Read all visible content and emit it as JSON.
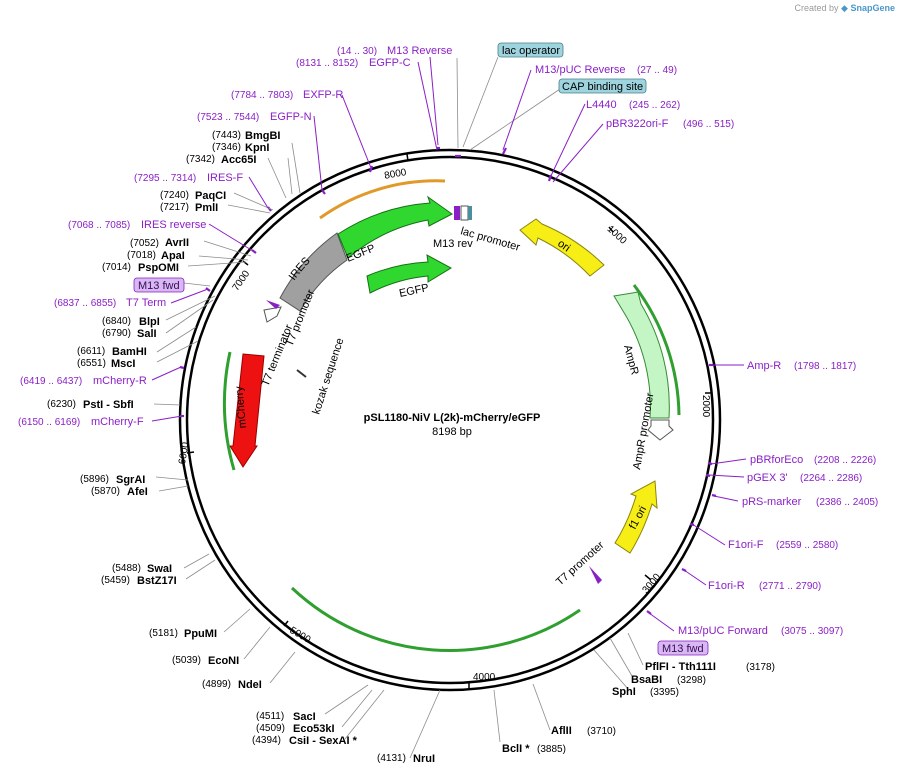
{
  "credit": {
    "prefix": "Created by",
    "brand": "SnapGene"
  },
  "plasmid": {
    "name": "pSL1180-NiV L(2k)-mCherry/eGFP",
    "length": "8198 bp"
  },
  "ticks": [
    "1000",
    "2000",
    "3000",
    "4000",
    "5000",
    "6000",
    "7000",
    "8000"
  ],
  "restriction_sites": [
    {
      "name": "BmgBI",
      "pos": "(7443)"
    },
    {
      "name": "KpnI",
      "pos": "(7346)"
    },
    {
      "name": "Acc65I",
      "pos": "(7342)"
    },
    {
      "name": "PaqCI",
      "pos": "(7240)"
    },
    {
      "name": "PmlI",
      "pos": "(7217)"
    },
    {
      "name": "AvrII",
      "pos": "(7052)"
    },
    {
      "name": "ApaI",
      "pos": "(7018)"
    },
    {
      "name": "PspOMI",
      "pos": "(7014)"
    },
    {
      "name": "BlpI",
      "pos": "(6840)"
    },
    {
      "name": "SalI",
      "pos": "(6790)"
    },
    {
      "name": "BamHI",
      "pos": "(6611)"
    },
    {
      "name": "MscI",
      "pos": "(6551)"
    },
    {
      "name": "PstI  - SbfI",
      "pos": "(6230)"
    },
    {
      "name": "SgrAI",
      "pos": "(5896)"
    },
    {
      "name": "AfeI",
      "pos": "(5870)"
    },
    {
      "name": "SwaI",
      "pos": "(5488)"
    },
    {
      "name": "BstZ17I",
      "pos": "(5459)"
    },
    {
      "name": "PpuMI",
      "pos": "(5181)"
    },
    {
      "name": "EcoNI",
      "pos": "(5039)"
    },
    {
      "name": "NdeI",
      "pos": "(4899)"
    },
    {
      "name": "SacI",
      "pos": "(4511)"
    },
    {
      "name": "Eco53kI",
      "pos": "(4509)"
    },
    {
      "name": "CsiI  - SexAI *",
      "pos": "(4394)"
    },
    {
      "name": "NruI",
      "pos": "(4131)"
    },
    {
      "name": "BclI *",
      "pos": "(3885)"
    },
    {
      "name": "AflII",
      "pos": "(3710)"
    },
    {
      "name": "SphI",
      "pos": "(3395)"
    },
    {
      "name": "BsaBI",
      "pos": "(3298)"
    },
    {
      "name": "PflFI  - Tth111I",
      "pos": "(3178)"
    }
  ],
  "primers": [
    {
      "name": "M13 Reverse",
      "pos": "(14 .. 30)"
    },
    {
      "name": "EGFP-C",
      "pos": "(8131 .. 8152)"
    },
    {
      "name": "M13/pUC Reverse",
      "pos": "(27 .. 49)"
    },
    {
      "name": "L4440",
      "pos": "(245 .. 262)"
    },
    {
      "name": "pBR322ori-F",
      "pos": "(496 .. 515)"
    },
    {
      "name": "EXFP-R",
      "pos": "(7784 .. 7803)"
    },
    {
      "name": "EGFP-N",
      "pos": "(7523 .. 7544)"
    },
    {
      "name": "IRES-F",
      "pos": "(7295 .. 7314)"
    },
    {
      "name": "IRES reverse",
      "pos": "(7068 .. 7085)"
    },
    {
      "name": "T7 Term",
      "pos": "(6837 .. 6855)"
    },
    {
      "name": "mCherry-R",
      "pos": "(6419 .. 6437)"
    },
    {
      "name": "mCherry-F",
      "pos": "(6150 .. 6169)"
    },
    {
      "name": "Amp-R",
      "pos": "(1798 .. 1817)"
    },
    {
      "name": "pBRforEco",
      "pos": "(2208 .. 2226)"
    },
    {
      "name": "pGEX 3'",
      "pos": "(2264 .. 2286)"
    },
    {
      "name": "pRS-marker",
      "pos": "(2386 .. 2405)"
    },
    {
      "name": "F1ori-F",
      "pos": "(2559 .. 2580)"
    },
    {
      "name": "F1ori-R",
      "pos": "(2771 .. 2790)"
    },
    {
      "name": "M13/pUC Forward",
      "pos": "(3075 .. 3097)"
    }
  ],
  "boxed_labels": {
    "lac_operator": "lac operator",
    "cap_site": "CAP binding site",
    "m13_fwd_left": "M13 fwd",
    "m13_fwd_bottom": "M13 fwd"
  },
  "features": {
    "ires": "IRES",
    "egfp_top": "EGFP",
    "egfp_inner": "EGFP",
    "ori": "ori",
    "ampr": "AmpR",
    "ampr_promoter": "AmpR promoter",
    "f1_ori": "f1 ori",
    "mcherry": "mCherry",
    "lac_promoter": "lac promoter",
    "m13_rev": "M13 rev",
    "t7_promoter_left": "T7 promoter",
    "t7_terminator": "T7 terminator",
    "kozak": "kozak sequence",
    "t7_promoter_right": "T7 promoter"
  },
  "colors": {
    "egfp": "#2fd72f",
    "mcherry": "#ee1111",
    "ori": "#f6ee14",
    "ampr": "#c4f5c4",
    "ires": "#a0a0a0",
    "primer": "#8a1fc6",
    "boxed_feature": "#9ed4de",
    "boxed_primer": "#d7b8f0"
  }
}
